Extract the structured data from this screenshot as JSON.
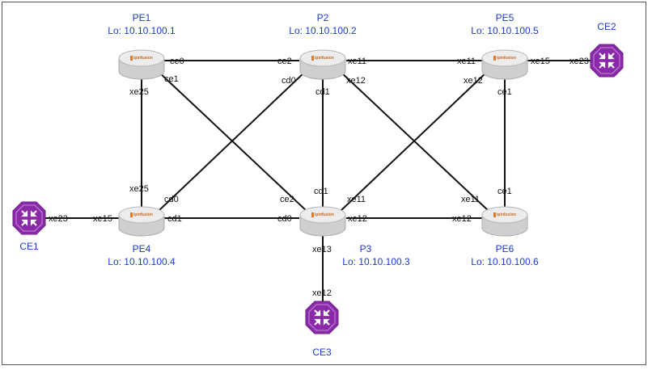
{
  "colors": {
    "label": "#1a3ccc",
    "ce_fill": "#8a2aa8",
    "router_top": "#ececec",
    "router_side": "#cfcfcf"
  },
  "routers": [
    {
      "id": "PE1",
      "name": "PE1",
      "lo": "Lo: 10.10.100.1",
      "icon": "router-icon"
    },
    {
      "id": "P2",
      "name": "P2",
      "lo": "Lo: 10.10.100.2",
      "icon": "router-icon"
    },
    {
      "id": "PE5",
      "name": "PE5",
      "lo": "Lo: 10.10.100.5",
      "icon": "router-icon"
    },
    {
      "id": "PE4",
      "name": "PE4",
      "lo": "Lo: 10.10.100.4",
      "icon": "router-icon"
    },
    {
      "id": "P3",
      "name": "P3",
      "lo": "Lo: 10.10.100.3",
      "icon": "router-icon"
    },
    {
      "id": "PE6",
      "name": "PE6",
      "lo": "Lo: 10.10.100.6",
      "icon": "router-icon"
    }
  ],
  "ces": [
    {
      "id": "CE1",
      "name": "CE1",
      "icon": "ce-router-icon"
    },
    {
      "id": "CE2",
      "name": "CE2",
      "icon": "ce-router-icon"
    },
    {
      "id": "CE3",
      "name": "CE3",
      "icon": "ce-router-icon"
    }
  ],
  "router_brand": "ipinfusion",
  "ports": {
    "pe1_ce0": "ce0",
    "p2_ce2": "ce2",
    "p2_xe11": "xe11",
    "pe5_xe11": "xe11",
    "pe5_xe15": "xe15",
    "ce2_xe23": "xe23",
    "pe1_ce1": "ce1",
    "pe1_xe25": "xe25",
    "p2_cd0": "cd0",
    "p2_cd1": "cd1",
    "p2_xe12": "xe12",
    "pe5_xe12": "xe12",
    "pe5_ce1": "ce1",
    "pe4_xe25": "xe25",
    "pe4_cd0": "cd0",
    "p3_cd1": "cd1",
    "p3_ce2": "ce2",
    "p3_xe11": "xe11",
    "pe6_xe11": "xe11",
    "pe6_ce1": "ce1",
    "ce1_xe23": "xe23",
    "pe4_xe15": "xe15",
    "pe4_cd1": "cd1",
    "p3_cd0": "cd0",
    "p3_xe12": "xe12",
    "pe6_xe12": "xe12",
    "p3_xe13": "xe13",
    "ce3_xe12": "xe12"
  }
}
